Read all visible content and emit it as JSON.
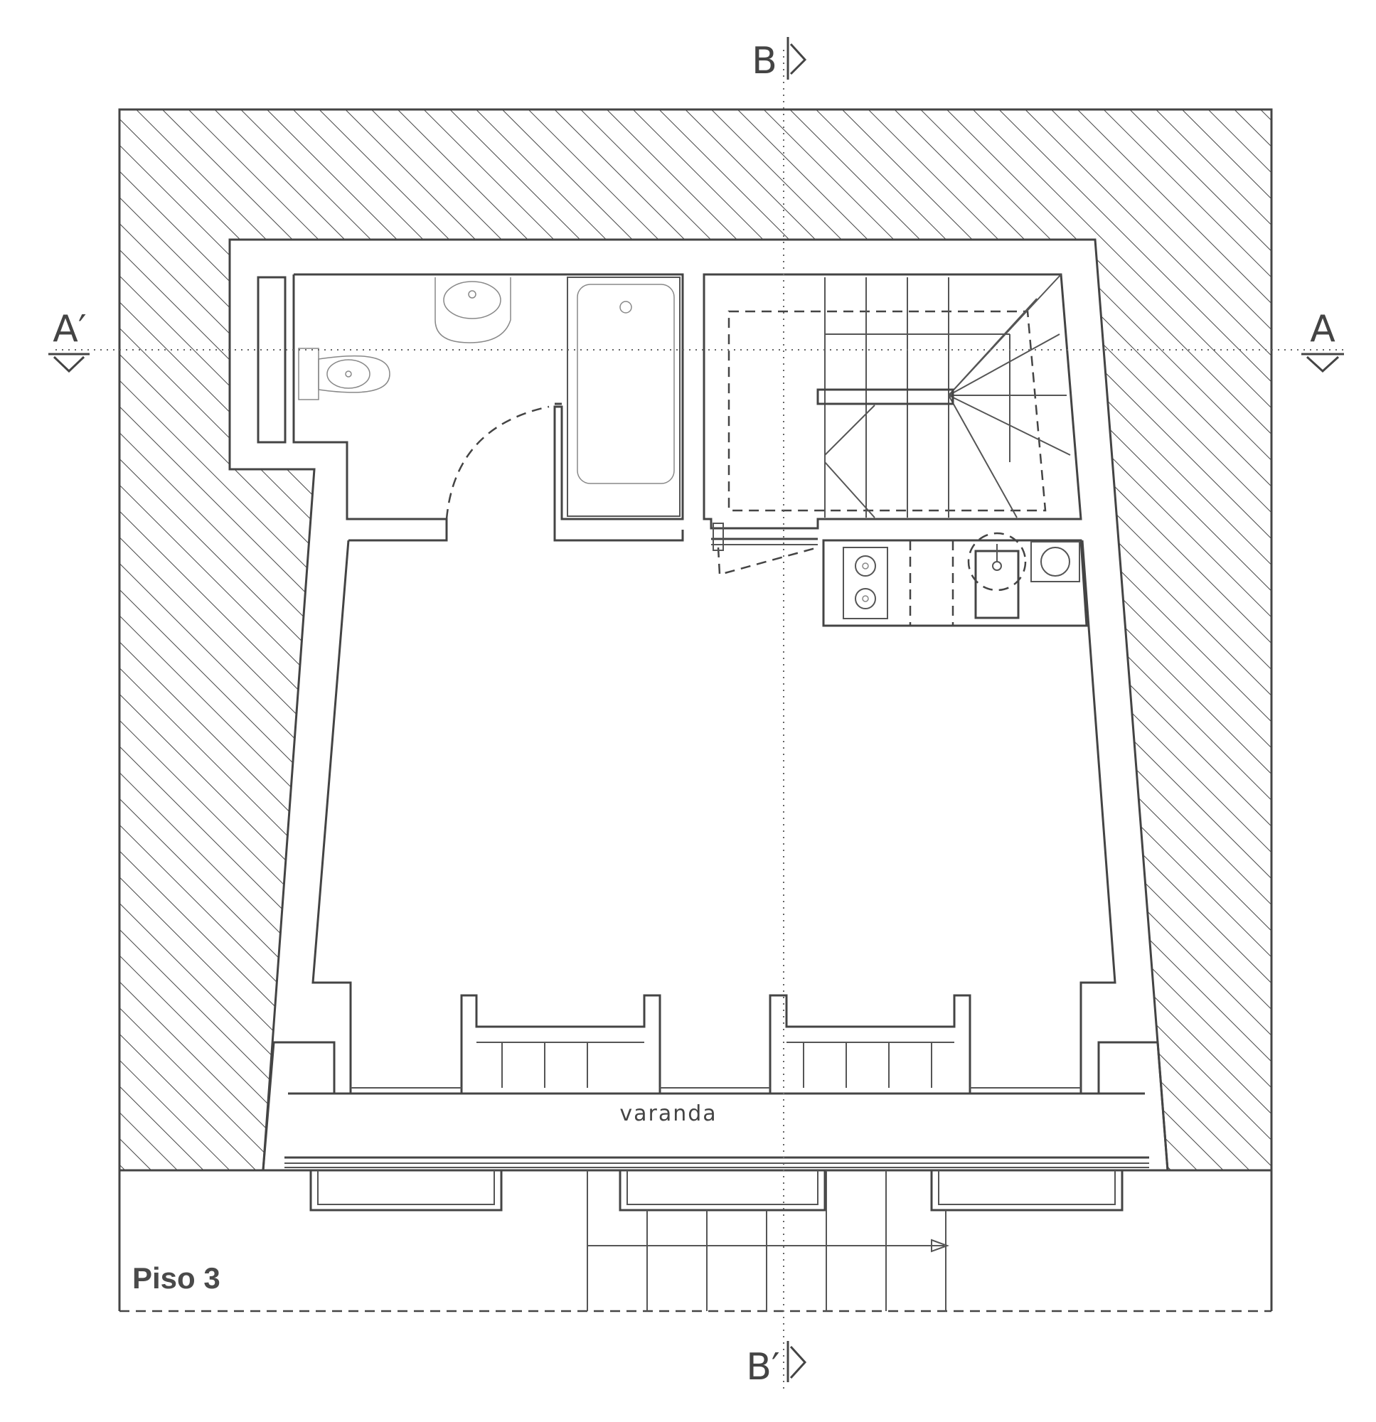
{
  "labels": {
    "section_b_top": "B",
    "section_b_bottom": "B′",
    "section_a_left": "A′",
    "section_a_right": "A",
    "balcony": "varanda",
    "floor_title": "Piso 3"
  },
  "colors": {
    "line": "#444444",
    "background": "#ffffff",
    "title": "#4a4a4a"
  }
}
